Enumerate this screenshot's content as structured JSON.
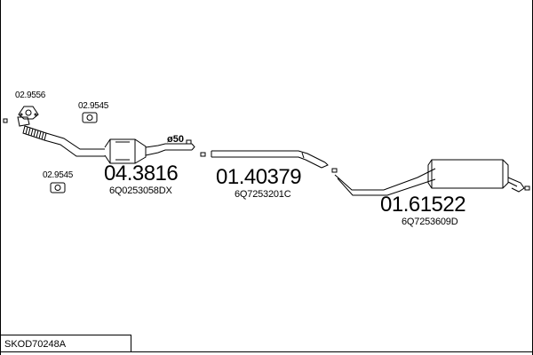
{
  "diagram_id": "SKOD70248A",
  "parts": [
    {
      "id": "02.9556"
    },
    {
      "id": "02.9545"
    },
    {
      "id": "02.9545"
    },
    {
      "id": "04.3816",
      "oem": "6Q0253058DX"
    },
    {
      "id": "01.40379",
      "oem": "6Q7253201C"
    },
    {
      "id": "01.61522",
      "oem": "6Q7253609D"
    }
  ],
  "pipe_diameter": "ø50"
}
